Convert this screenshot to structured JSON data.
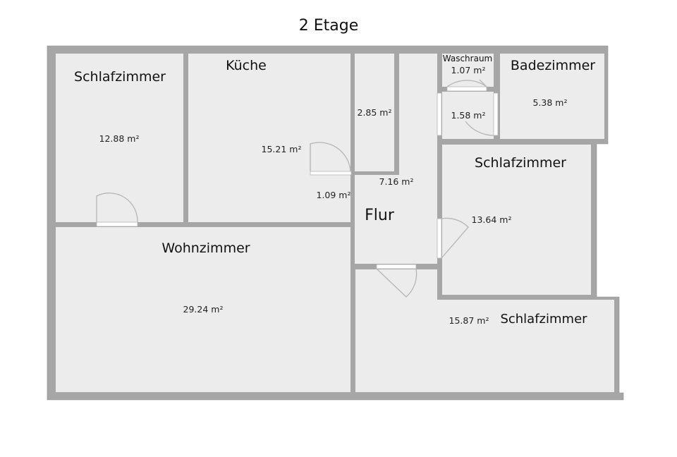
{
  "title": "2 Etage",
  "rooms": {
    "schlafzimmer_1": {
      "name": "Schlafzimmer",
      "area": "12.88 m²"
    },
    "kueche": {
      "name": "Küche",
      "area": "15.21 m²"
    },
    "abstell_1": {
      "area": "1.09 m²"
    },
    "abstell_2": {
      "area": "2.85 m²"
    },
    "flur": {
      "name": "Flur",
      "area": "7.16 m²"
    },
    "waschraum": {
      "name": "Waschraum",
      "area": "1.07 m²"
    },
    "wc": {
      "area": "1.58 m²"
    },
    "badezimmer": {
      "name": "Badezimmer",
      "area": "5.38 m²"
    },
    "schlafzimmer_2": {
      "name": "Schlafzimmer",
      "area": "13.64 m²"
    },
    "wohnzimmer": {
      "name": "Wohnzimmer",
      "area": "29.24 m²"
    },
    "schlafzimmer_3": {
      "name": "Schlafzimmer",
      "area": "15.87 m²"
    }
  },
  "colors": {
    "wall": "#a6a6a6",
    "floor": "#ececec",
    "door": "#b5b5b5"
  }
}
